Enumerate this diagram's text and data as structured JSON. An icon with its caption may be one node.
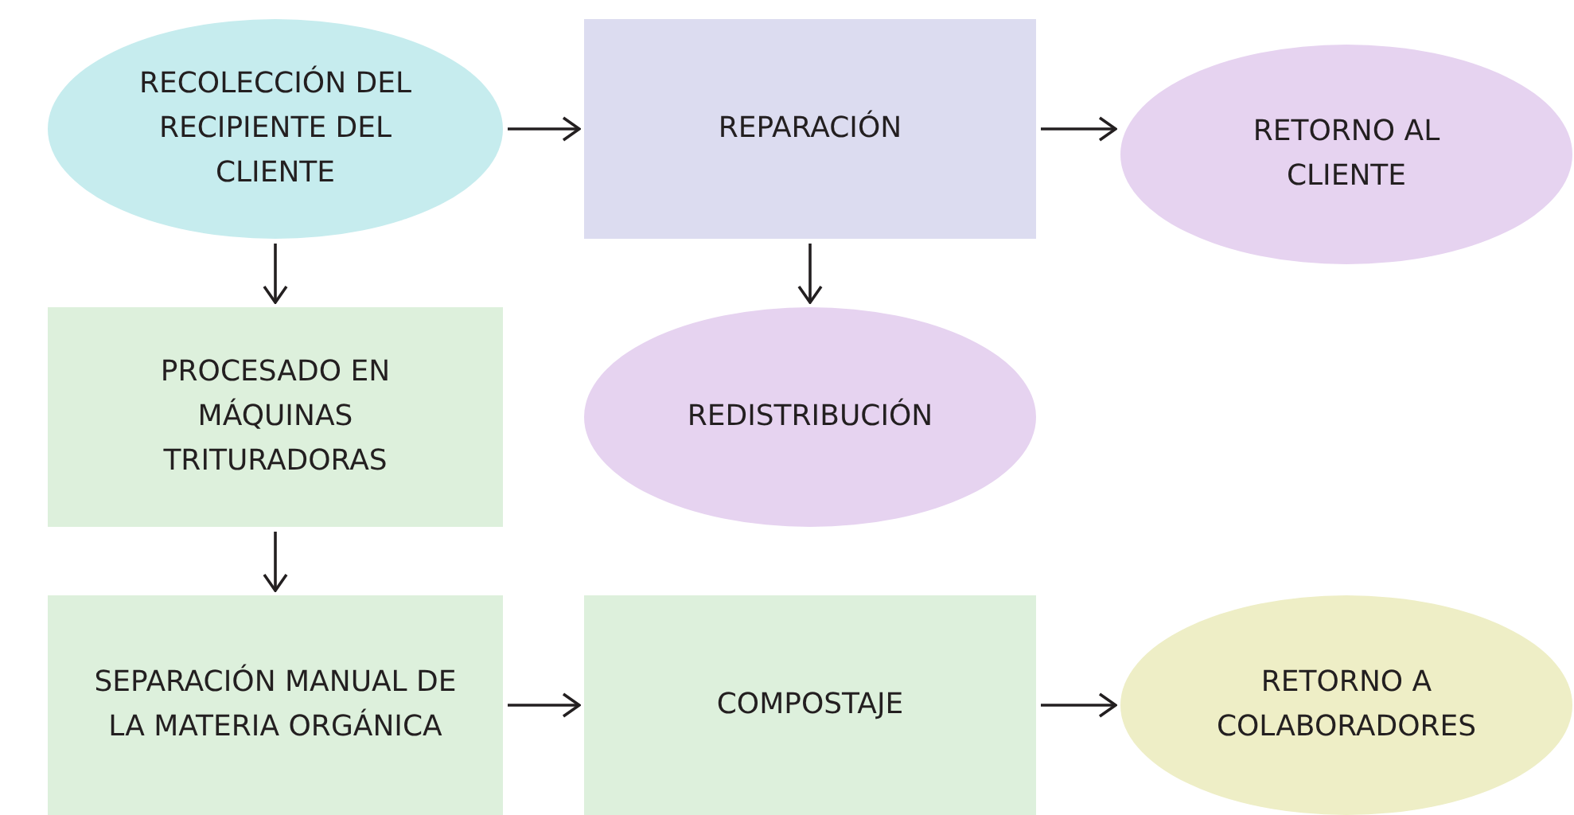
{
  "diagram": {
    "nodes": [
      {
        "text": [
          "RECOLECCIÓN DEL RECIPIENTE DEL CLIENTE"
        ]
      },
      {
        "text": [
          "REPARACIÓN"
        ]
      },
      {
        "text": [
          "RETORNO AL CLIENTE"
        ]
      },
      {
        "text": [
          "PROCESADO EN MÁQUINAS TRITURADORAS"
        ]
      },
      {
        "text": [
          "REDISTRIBUCIÓN"
        ]
      },
      {
        "text": [
          "SEPARACIÓN MANUAL DE LA MATERIA ORGÁNICA"
        ]
      },
      {
        "text": [
          "COMPOSTAJE"
        ]
      },
      {
        "text": [
          "RETORNO A COLABORADORES"
        ]
      }
    ],
    "edges": [
      {
        "from": 0,
        "to": 1,
        "arrow": "to"
      },
      {
        "from": 1,
        "to": 2,
        "arrow": "to"
      },
      {
        "from": 0,
        "to": 3,
        "arrow": "to"
      },
      {
        "from": 1,
        "to": 4,
        "arrow": "to"
      },
      {
        "from": 3,
        "to": 5,
        "arrow": "to"
      },
      {
        "from": 5,
        "to": 6,
        "arrow": "to"
      },
      {
        "from": 6,
        "to": 7,
        "arrow": "to"
      }
    ]
  }
}
